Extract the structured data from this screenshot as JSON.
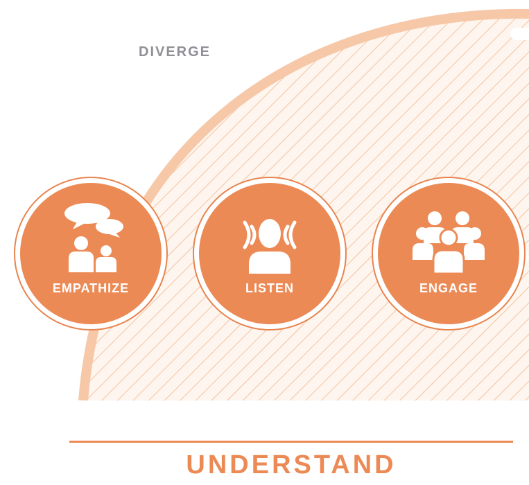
{
  "diagram": {
    "phase_label": "DIVERGE",
    "stage_title": "UNDERSTAND",
    "steps": [
      {
        "label": "EMPATHIZE",
        "icon": "speech-bubbles-people-icon"
      },
      {
        "label": "LISTEN",
        "icon": "person-listening-icon"
      },
      {
        "label": "ENGAGE",
        "icon": "group-of-people-icon"
      }
    ]
  },
  "colors": {
    "accent": "#ec8a55",
    "arc": "#f6c8a8",
    "hatch": "#f3b78f",
    "phase_label": "#8f8f96"
  }
}
